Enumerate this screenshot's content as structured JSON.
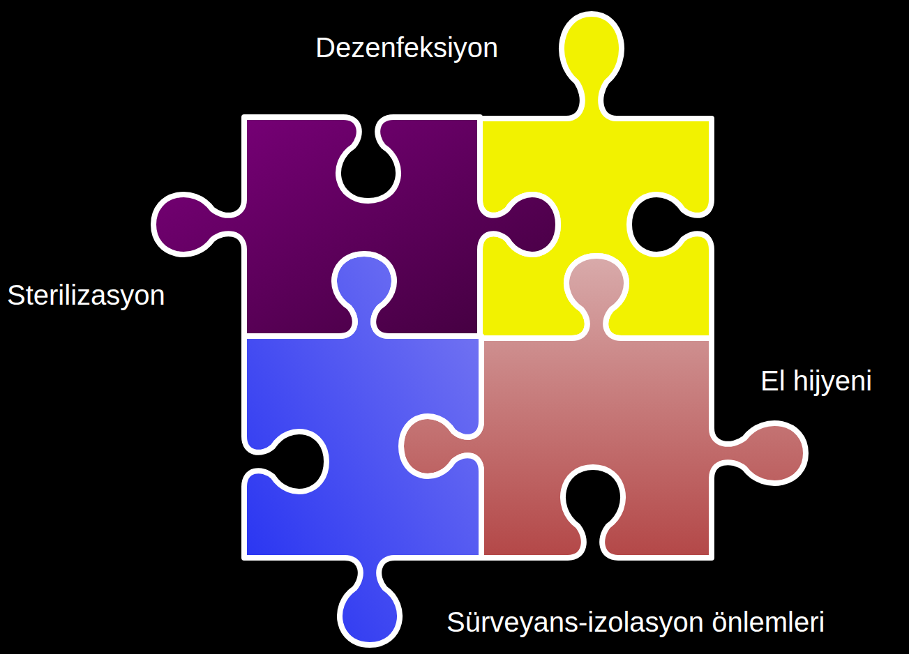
{
  "diagram": {
    "labels": [
      "Dezenfeksiyon",
      "Sterilizasyon",
      "El hijyeni",
      "Sürveyans-izolasyon önlemleri"
    ]
  }
}
